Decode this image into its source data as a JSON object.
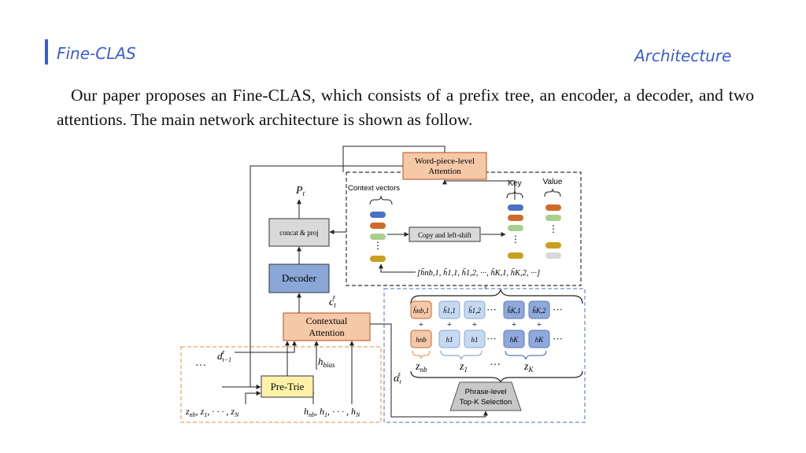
{
  "header": {
    "title": "Fine-CLAS",
    "section": "Architecture",
    "accent_color": "#3b5bd6"
  },
  "body": {
    "paragraph": "Our paper proposes an Fine-CLAS, which consists of a prefix tree, an encoder, a decoder, and two attentions. The main network architecture is shown  as follow."
  },
  "diagram": {
    "wp_attention_line1": "Word-piece-level",
    "wp_attention_line2": "Attention",
    "context_vectors": "Context vectors",
    "key": "Key",
    "value": "Value",
    "copy_shift": "Copy and left-shift",
    "hidden_seq": "[h̃nb,1, h̃1,1, h̃1,2, ···, h̃K,1, h̃K,2, ···]",
    "pt": "P",
    "pt_sub": "t",
    "concat_proj": "concat & proj",
    "decoder": "Decoder",
    "ct": "c",
    "ct_sub": "t",
    "ct_sup": "z",
    "ctx_att_line1": "Contextual",
    "ctx_att_line2": "Attention",
    "d_prev": "d",
    "d_prev_sub": "t−1",
    "d_prev_sup": "z",
    "hbias": "h",
    "hbias_sub": "bias",
    "pretrie": "Pre-Trie",
    "z_inputs": "z",
    "h_inputs": "h",
    "alpha": "α",
    "alpha_sub": "t",
    "alpha_sup": "z",
    "phrase_line1": "Phrase-level",
    "phrase_line2": "Top-K Selection",
    "dots": "···",
    "plus": "+",
    "z_nb": "z",
    "z_nb_sub": "nb",
    "z_1": "z",
    "z_1_sub": "1",
    "z_K": "z",
    "z_K_sub": "K",
    "colors": {
      "orange_box": "#f5c8a8",
      "orange_border": "#c0673a",
      "blue_box": "#8aa7d8",
      "light_blue": "#c5d9f1",
      "mid_blue": "#8fa9dc",
      "yellow_box": "#fff2a8",
      "gray_box": "#d9d9d9",
      "dashed_orange": "#f0a060",
      "dashed_blue": "#6a8ec8"
    }
  }
}
